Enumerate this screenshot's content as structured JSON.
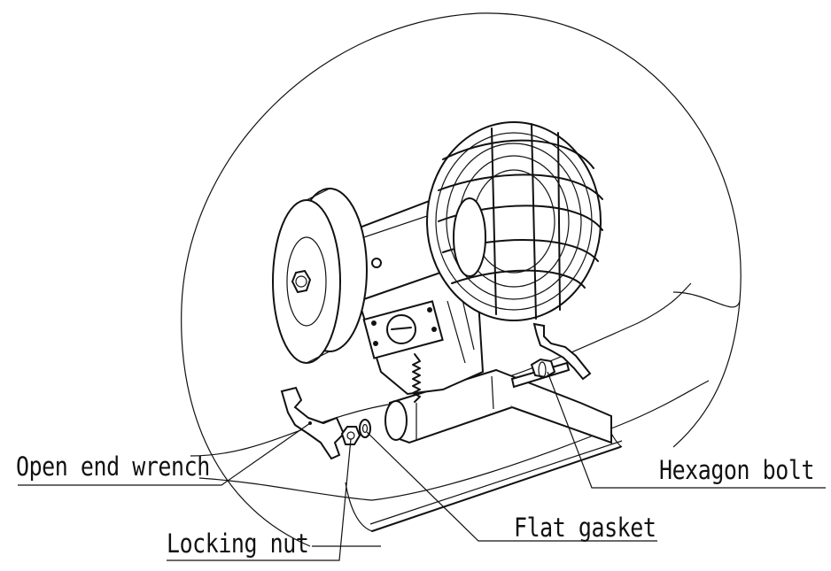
{
  "labels": {
    "open_end_wrench": "Open end wrench",
    "hexagon_bolt": "Hexagon bolt",
    "flat_gasket": "Flat gasket",
    "locking_nut": "Locking nut"
  },
  "colors": {
    "line": "#111111",
    "background": "#ffffff"
  }
}
